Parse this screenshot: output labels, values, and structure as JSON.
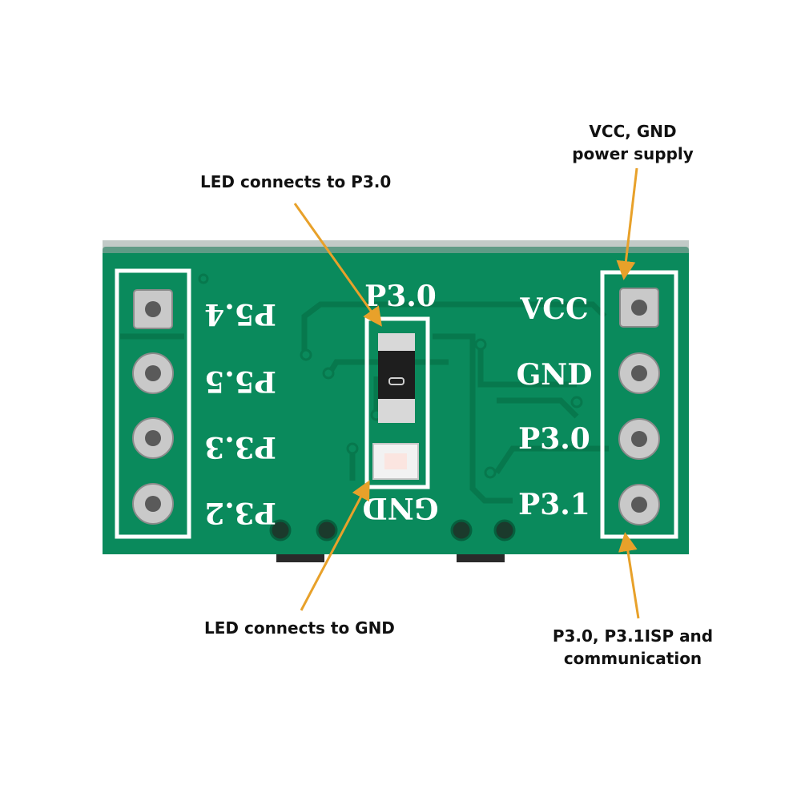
{
  "colors": {
    "background": "#ffffff",
    "pcb_green": "#0a8a5c",
    "pcb_trace": "#087a50",
    "silkscreen": "#ffffff",
    "arrow": "#e8a12a",
    "pad": "#c9c9c9",
    "led_body": "#e6e6e6"
  },
  "callouts": {
    "led_p30": "LED connects to P3.0",
    "led_gnd": "LED connects to GND",
    "power_line1": "VCC, GND",
    "power_line2": "power supply",
    "isp_line1": "P3.0, P3.1ISP and",
    "isp_line2": "communication"
  },
  "board": {
    "left_labels": [
      "P5.4",
      "P5.5",
      "P3.3",
      "P3.2"
    ],
    "center_top_label": "P3.0",
    "center_bottom_label": "GND",
    "right_labels": [
      "VCC",
      "GND",
      "P3.0",
      "P3.1"
    ]
  }
}
